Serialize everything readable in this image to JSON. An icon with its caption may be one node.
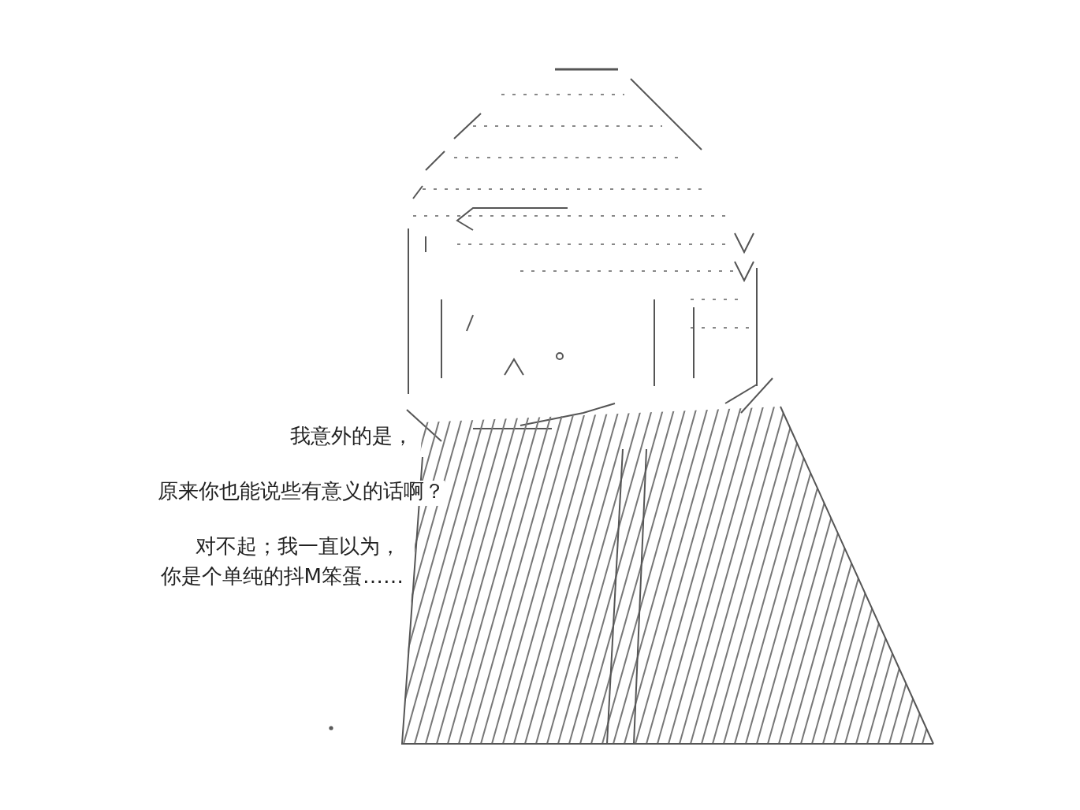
{
  "diagram": {
    "labels": [
      "我意外的是，",
      "原来你也能说些有意义的话啊？",
      "对不起；我一直以为，",
      "你是个单纯的抖M笨蛋……"
    ]
  }
}
